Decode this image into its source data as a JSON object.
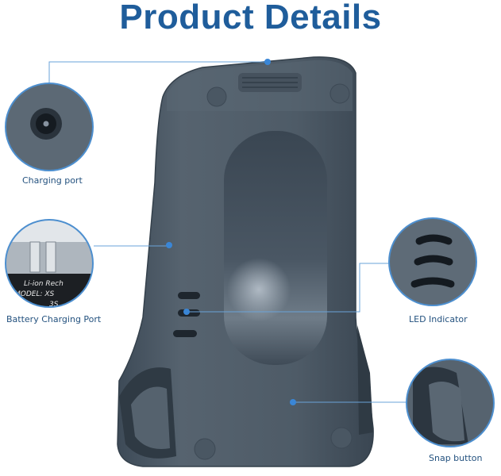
{
  "title": "Product Details",
  "callouts": {
    "charging_port": "Charging port",
    "battery_charging_port": "Battery Charging Port",
    "led_indicator": "LED Indicator",
    "snap_button": "Snap button"
  },
  "battery_label_text": {
    "line1": "Li-ion Rech",
    "line2": "MODEL: XS",
    "line3": "3S"
  },
  "colors": {
    "title": "#1f5d9b",
    "callout_line": "#6aa3d8",
    "callout_dot": "#3a86d6",
    "label": "#24527f",
    "body": "#4b5a68"
  }
}
